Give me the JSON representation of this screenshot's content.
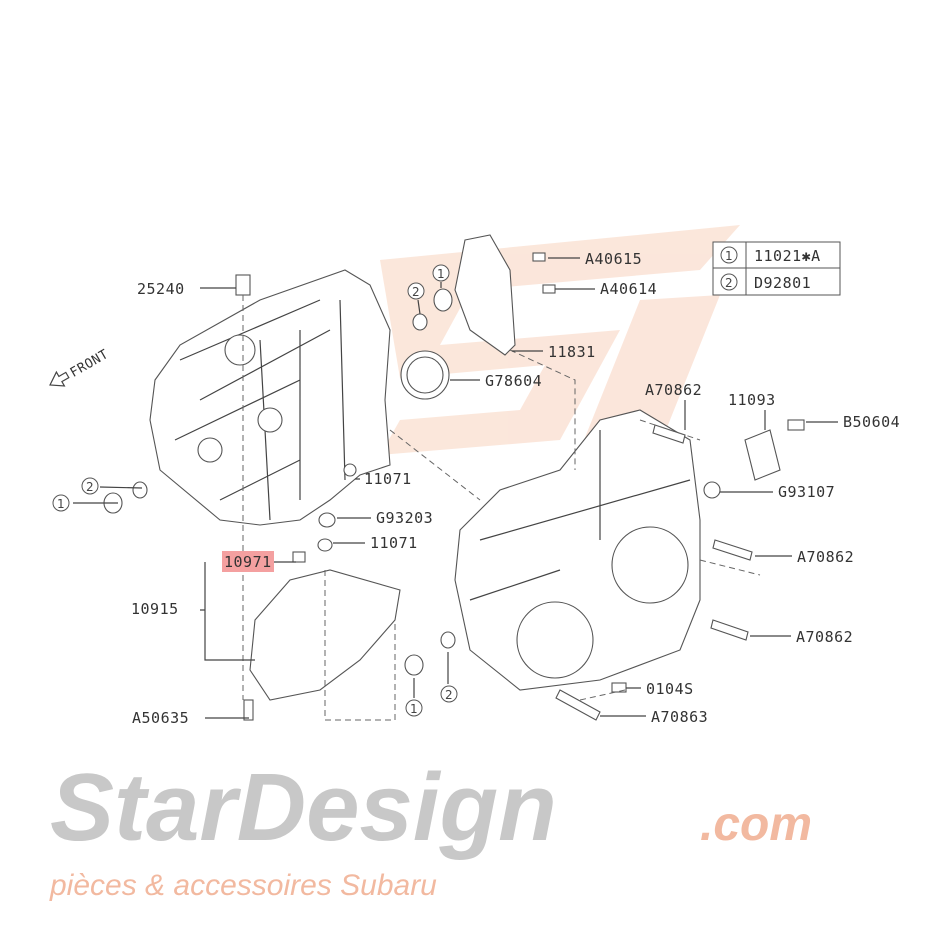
{
  "legend": [
    {
      "marker": "1",
      "part": "11021✱A"
    },
    {
      "marker": "2",
      "part": "D92801"
    }
  ],
  "front_label": "FRONT",
  "callouts": {
    "c25240": "25240",
    "a40615": "A40615",
    "a40614": "A40614",
    "c11831": "11831",
    "g78604": "G78604",
    "a70862_top": "A70862",
    "c11093": "11093",
    "b50604": "B50604",
    "g93107": "G93107",
    "c11071_a": "11071",
    "g93203": "G93203",
    "c11071_b": "11071",
    "c10971": "10971",
    "c10915": "10915",
    "a50635": "A50635",
    "a70862_mid": "A70862",
    "a70862_low": "A70862",
    "c0104s": "0104S",
    "a70863": "A70863"
  },
  "markers": {
    "one": "1",
    "two": "2"
  },
  "watermark": {
    "brand": "StarDesign",
    "domain": ".com",
    "tagline": "pièces & accessoires Subaru"
  },
  "colors": {
    "highlight": "#f4a0a0",
    "logo": "#f7c9b0"
  }
}
